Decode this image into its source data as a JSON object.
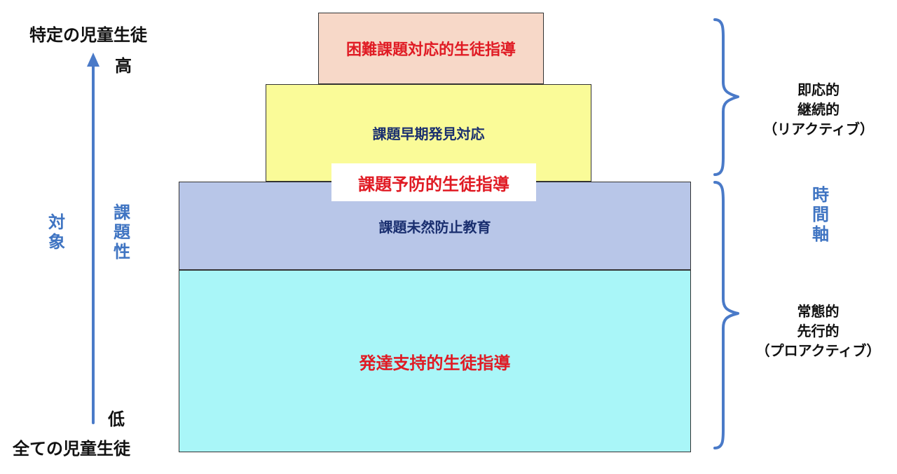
{
  "left": {
    "top_label": "特定の児童生徒",
    "high_label": "高",
    "low_label": "低",
    "bottom_label": "全ての児童生徒",
    "target_label": "対象",
    "issue_label": "課題性"
  },
  "layers": {
    "top": "困難課題対応的生徒指導",
    "upper": "課題早期発見対応",
    "bridge": "課題予防的生徒指導",
    "prevention": "課題未然防止教育",
    "base": "発達支持的生徒指導"
  },
  "right": {
    "time_axis": "時間軸",
    "top_note_line1": "即応的",
    "top_note_line2": "継続的",
    "top_note_line3": "（リアクティブ）",
    "bottom_note_line1": "常態的",
    "bottom_note_line2": "先行的",
    "bottom_note_line3": "（プロアクティブ）"
  },
  "colors": {
    "accent_blue": "#3f74c2",
    "accent_red": "#e01b24",
    "top_fill": "#f7d8c8",
    "upper_fill": "#fafb98",
    "prevention_fill": "#b8c6e8",
    "base_fill": "#a9f6f8",
    "text_navy": "#1a2f6f"
  }
}
